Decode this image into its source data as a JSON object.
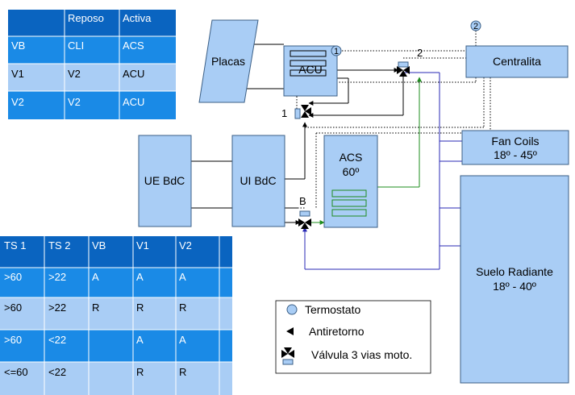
{
  "table1": {
    "header": [
      "",
      "Reposo",
      "Activa"
    ],
    "rows": [
      [
        "VB",
        "CLI",
        "ACS"
      ],
      [
        "V1",
        "V2",
        "ACU"
      ],
      [
        "V2",
        "V2",
        "ACU"
      ]
    ]
  },
  "table2": {
    "header": [
      "TS 1",
      "TS 2",
      "VB",
      "V1",
      "V2"
    ],
    "rows": [
      [
        ">60",
        ">22",
        "A",
        "A",
        "A"
      ],
      [
        ">60",
        ">22",
        "R",
        "R",
        "R"
      ],
      [
        ">60",
        "<22",
        "",
        "A",
        "A"
      ],
      [
        "<=60",
        "<22",
        "",
        "R",
        "R"
      ]
    ]
  },
  "blocks": {
    "placas": "Placas",
    "acu": "ACU",
    "centralita": "Centralita",
    "fan_coils_line1": "Fan Coils",
    "fan_coils_line2": "18º - 45º",
    "acs_line1": "ACS",
    "acs_line2": "60º",
    "ue_bdc": "UE BdC",
    "ui_bdc": "UI BdC",
    "suelo_line1": "Suelo Radiante",
    "suelo_line2": "18º - 40º"
  },
  "markers": {
    "sensor1": "1",
    "sensor2": "2",
    "label2": "2",
    "label1": "1",
    "labelB": "B"
  },
  "legend": {
    "termostato": "Termostato",
    "antiretorno": "Antiretorno",
    "valvula": "Válvula 3 vias moto."
  },
  "colors": {
    "block_fill": "#a9cdf5",
    "block_stroke": "#3b5f86",
    "table_dark": "#0a64c0",
    "table_mid": "#1a8ae6",
    "table_light": "#a9cdf5",
    "line_blue": "#2828b4",
    "line_green": "#1e8c1e"
  }
}
